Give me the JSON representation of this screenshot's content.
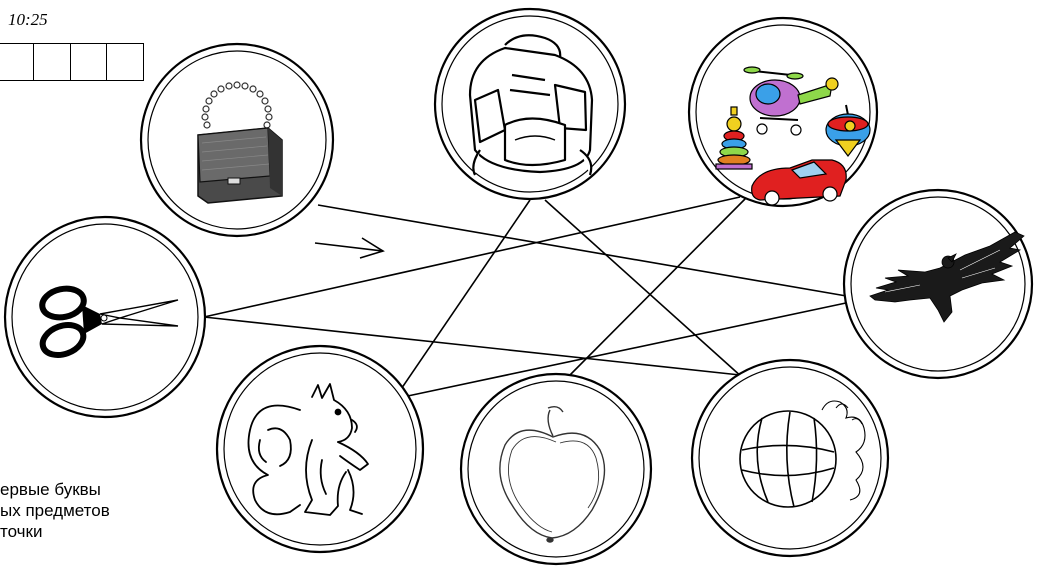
{
  "worksheet": {
    "time": "10:25",
    "answer_cells": [
      {
        "letter": ""
      },
      {
        "letter": ""
      },
      {
        "letter": ""
      },
      {
        "letter": ""
      }
    ],
    "instruction_lines": [
      "ервые буквы",
      "ых предметов",
      "точки"
    ],
    "pictures": [
      {
        "icon": "handbag-icon"
      },
      {
        "icon": "backpack-icon"
      },
      {
        "icon": "toys-icon"
      },
      {
        "icon": "eagle-icon"
      },
      {
        "icon": "scissors-icon"
      },
      {
        "icon": "squirrel-icon"
      },
      {
        "icon": "apple-icon"
      },
      {
        "icon": "ball-icon"
      }
    ],
    "colors": {
      "ink": "#000000",
      "background": "#ffffff",
      "bag": "#555555",
      "toy_red": "#e02020",
      "toy_green": "#8ed84a",
      "toy_purple": "#c070d0",
      "toy_blue": "#3aa0e8",
      "toy_yellow": "#f0d020"
    }
  }
}
